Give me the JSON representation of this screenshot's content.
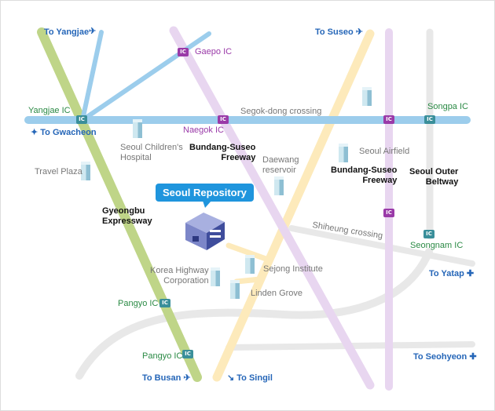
{
  "title": "Seoul Repository",
  "destinations": {
    "yangjae": "To Yangjae",
    "gwacheon": "To Gwacheon",
    "suseo": "To Suseo",
    "yatap": "To Yatap",
    "seohyeon": "To Seohyeon",
    "busan": "To Busan",
    "singil": "To Singil"
  },
  "interchanges": {
    "yangjae": "Yangjae IC",
    "gaepo": "Gaepo IC",
    "naegok": "Naegok IC",
    "songpa": "Songpa IC",
    "seongnam": "Seongnam IC",
    "pangyo1": "Pangyo IC",
    "pangyo2": "Pangyo IC",
    "ic_badge": "IC"
  },
  "roads": {
    "segok": "Segok-dong crossing",
    "bundang1": "Bundang-Suseo",
    "bundang1b": "Freeway",
    "bundang2": "Bundang-Suseo",
    "bundang2b": "Freeway",
    "beltway": "Seoul Outer",
    "beltwayb": "Beltway",
    "gyeongbu": "Gyeongbu",
    "gyeongbub": "Expressway",
    "shiheung": "Shiheung crossing"
  },
  "landmarks": {
    "hospital": "Seoul Children's",
    "hospitalb": "Hospital",
    "travel": "Travel Plaza",
    "daewang": "Daewang",
    "daewangb": "reservoir",
    "airfield": "Seoul Airfield",
    "khc": "Korea Highway",
    "khcb": "Corporation",
    "sejong": "Sejong Institute",
    "linden": "Linden Grove"
  },
  "colors": {
    "expressway": "#bfd588",
    "city": "#9ccdec",
    "bundang": "#e8d6f0",
    "yellow": "#fdeabb",
    "minor": "#e8e8e8"
  }
}
